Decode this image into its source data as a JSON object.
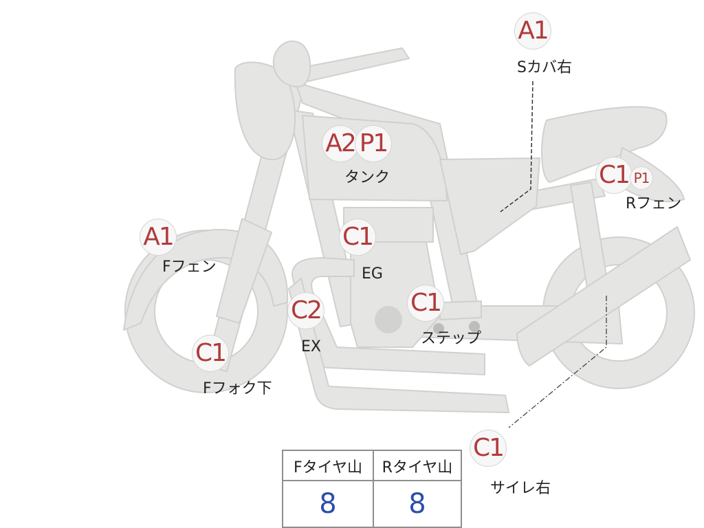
{
  "markers": {
    "sideCover": "A1",
    "tankA": "A2",
    "tankP": "P1",
    "rearFenderC": "C1",
    "rearFenderP": "P1",
    "frontFender": "A1",
    "engine": "C1",
    "exhaust": "C2",
    "step": "C1",
    "forkLower": "C1",
    "silencer": "C1"
  },
  "labels": {
    "sideCover": "Sカバ右",
    "tank": "タンク",
    "rearFender": "Rフェン",
    "frontFender": "Fフェン",
    "engine": "EG",
    "exhaust": "EX",
    "step": "ステップ",
    "forkLower": "Fフォク下",
    "silencer": "サイレ右"
  },
  "tireTable": {
    "front_header": "Fタイヤ山",
    "rear_header": "Rタイヤ山",
    "front_value": "8",
    "rear_value": "8"
  },
  "colors": {
    "bike_fill": "#e5e5e3",
    "bike_stroke": "#d0d0ce",
    "marker_text": "#b23a3a",
    "value_text": "#2c4fa8"
  }
}
